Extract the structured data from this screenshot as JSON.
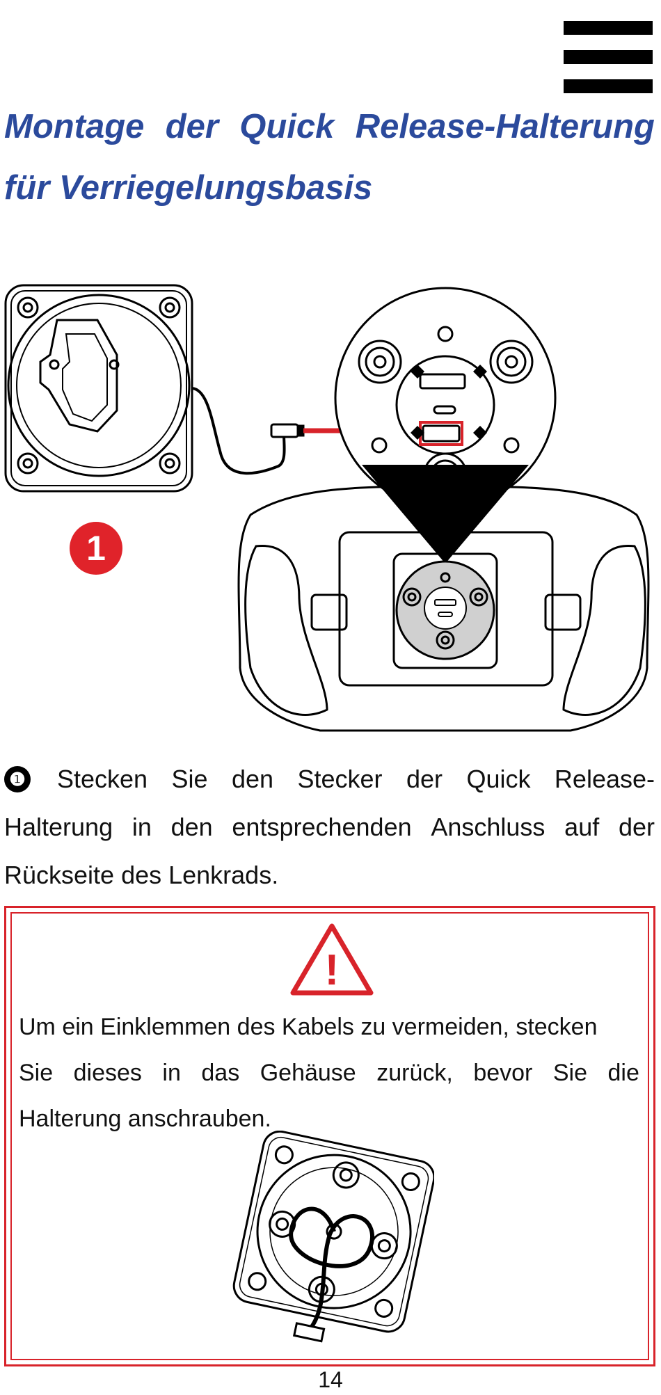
{
  "menu": {
    "icon": "hamburger-menu-icon"
  },
  "title": {
    "line1": [
      "Montage",
      "der",
      "Quick",
      "Release-Halterung"
    ],
    "line2": "für Verriegelungsbasis",
    "color": "#2b4a9c"
  },
  "figure": {
    "callout_number": "1",
    "callout_color": "#e0232a",
    "line_color": "#d8232a"
  },
  "instruction": {
    "bullet": "❶",
    "line1_words": [
      "Stecken",
      "Sie",
      "den",
      "Stecker",
      "der",
      "Quick",
      "Release-"
    ],
    "line2_words": [
      "Halterung",
      "in",
      "den",
      "entsprechenden",
      "Anschluss",
      "auf",
      "der"
    ],
    "line3": "Rückseite des Lenkrads."
  },
  "warning": {
    "icon": "warning-triangle-icon",
    "symbol": "!",
    "line1": "Um ein Einklemmen des Kabels zu vermeiden, stecken",
    "line2_words": [
      "Sie",
      "dieses",
      "in",
      "das",
      "Gehäuse",
      "zurück,",
      "bevor",
      "Sie",
      "die"
    ],
    "line3": "Halterung anschrauben.",
    "border_color": "#d8232a"
  },
  "page_number": "14"
}
